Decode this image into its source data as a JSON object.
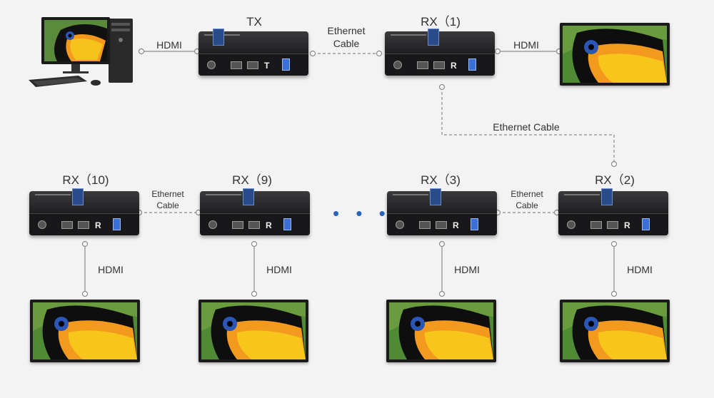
{
  "labels": {
    "tx": "TX",
    "rx1": "RX（1)",
    "rx2": "RX（2)",
    "rx3": "RX（3)",
    "rx9": "RX（9)",
    "rx10": "RX（10)",
    "hdmi": "HDMI",
    "ethernet": "Ethernet",
    "cable": "Cable",
    "ethernet_cable": "Ethernet Cable",
    "ellipsis": "• • •",
    "tx_mark": "T",
    "rx_mark": "R"
  },
  "colors": {
    "line": "#8a8a8a",
    "background": "#f3f3f3",
    "dots": "#2a63b8",
    "device": "#1c1c1e"
  },
  "icons": {
    "computer": "desktop-computer-icon",
    "monitor": "monitor-icon",
    "device": "hdmi-extender-icon"
  }
}
